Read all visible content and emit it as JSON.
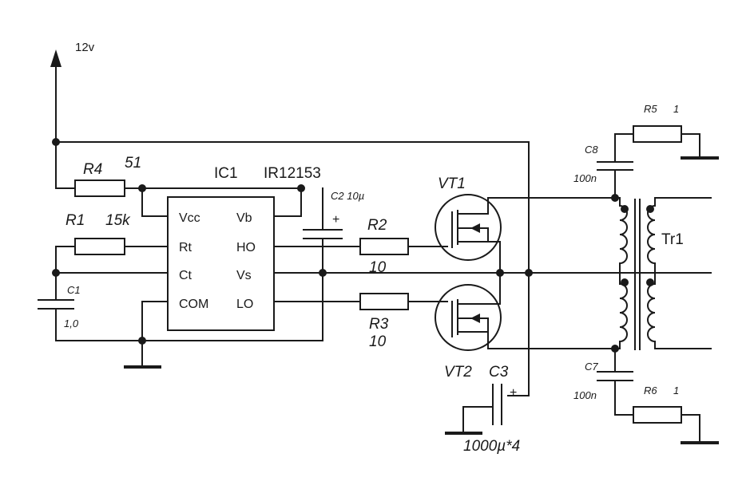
{
  "supply": "12v",
  "ic": {
    "ref": "IC1",
    "part": "IR12153",
    "pins": {
      "vcc": "Vcc",
      "rt": "Rt",
      "ct": "Ct",
      "com": "COM",
      "vb": "Vb",
      "ho": "HO",
      "vs": "Vs",
      "lo": "LO"
    }
  },
  "r4": {
    "ref": "R4",
    "value": "51"
  },
  "r1": {
    "ref": "R1",
    "value": "15k"
  },
  "c1": {
    "ref": "C1",
    "value": "1,0"
  },
  "c2": {
    "ref": "C2",
    "value": "10µ",
    "polarity": "+"
  },
  "r2": {
    "ref": "R2",
    "value": "10"
  },
  "r3": {
    "ref": "R3",
    "value": "10"
  },
  "vt1": "VT1",
  "vt2": "VT2",
  "c3": {
    "ref": "C3",
    "value": "1000µ*4",
    "polarity": "+"
  },
  "c8": {
    "ref": "C8",
    "value": "100n"
  },
  "c7": {
    "ref": "C7",
    "value": "100n"
  },
  "r5": {
    "ref": "R5",
    "value": "1"
  },
  "r6": {
    "ref": "R6",
    "value": "1"
  },
  "tr1": "Tr1"
}
